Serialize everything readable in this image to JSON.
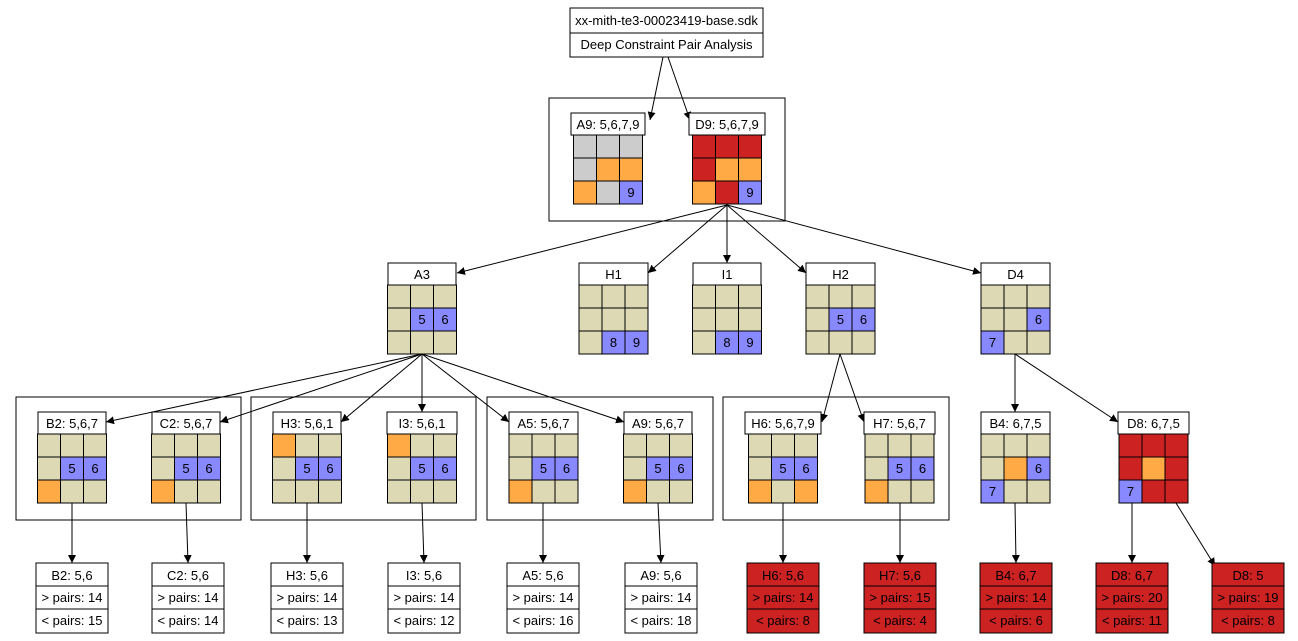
{
  "header": {
    "filename": "xx-mith-te3-00023419-base.sdk",
    "subtitle": "Deep Constraint Pair Analysis"
  },
  "colors": {
    "empty": "#dcd9b4",
    "grey": "#cccccc",
    "orange": "#ffaa44",
    "red": "#cc2222",
    "blue": "#8888ff",
    "white": "#ffffff",
    "border": "#000000"
  },
  "nodes": [
    {
      "id": "A9top",
      "label": "A9: 5,6,7,9",
      "cells": [
        "g",
        "g",
        "g",
        "g",
        "o",
        "o",
        "o",
        "g",
        "b"
      ],
      "text": [
        "",
        "",
        "",
        "",
        "",
        "",
        "",
        "",
        "9"
      ]
    },
    {
      "id": "D9top",
      "label": "D9: 5,6,7,9",
      "cells": [
        "r",
        "r",
        "r",
        "r",
        "o",
        "o",
        "o",
        "r",
        "b"
      ],
      "text": [
        "",
        "",
        "",
        "",
        "",
        "",
        "",
        "",
        "9"
      ]
    },
    {
      "id": "A3",
      "label": "A3",
      "cells": [
        "e",
        "e",
        "e",
        "e",
        "b",
        "b",
        "e",
        "e",
        "e"
      ],
      "text": [
        "",
        "",
        "",
        "",
        "5",
        "6",
        "",
        "",
        ""
      ]
    },
    {
      "id": "H1",
      "label": "H1",
      "cells": [
        "e",
        "e",
        "e",
        "e",
        "e",
        "e",
        "e",
        "b",
        "b"
      ],
      "text": [
        "",
        "",
        "",
        "",
        "",
        "",
        "",
        "8",
        "9"
      ]
    },
    {
      "id": "I1",
      "label": "I1",
      "cells": [
        "e",
        "e",
        "e",
        "e",
        "e",
        "e",
        "e",
        "b",
        "b"
      ],
      "text": [
        "",
        "",
        "",
        "",
        "",
        "",
        "",
        "8",
        "9"
      ]
    },
    {
      "id": "H2",
      "label": "H2",
      "cells": [
        "e",
        "e",
        "e",
        "e",
        "b",
        "b",
        "e",
        "e",
        "e"
      ],
      "text": [
        "",
        "",
        "",
        "",
        "5",
        "6",
        "",
        "",
        ""
      ]
    },
    {
      "id": "D4",
      "label": "D4",
      "cells": [
        "e",
        "e",
        "e",
        "e",
        "e",
        "b",
        "b",
        "e",
        "e"
      ],
      "text": [
        "",
        "",
        "",
        "",
        "",
        "6",
        "7",
        "",
        ""
      ]
    },
    {
      "id": "B2",
      "label": "B2: 5,6,7",
      "cells": [
        "e",
        "e",
        "e",
        "e",
        "b",
        "b",
        "o",
        "e",
        "e"
      ],
      "text": [
        "",
        "",
        "",
        "",
        "5",
        "6",
        "",
        "",
        ""
      ]
    },
    {
      "id": "C2",
      "label": "C2: 5,6,7",
      "cells": [
        "e",
        "e",
        "e",
        "e",
        "b",
        "b",
        "o",
        "e",
        "e"
      ],
      "text": [
        "",
        "",
        "",
        "",
        "5",
        "6",
        "",
        "",
        ""
      ]
    },
    {
      "id": "H3",
      "label": "H3: 5,6,1",
      "cells": [
        "o",
        "e",
        "e",
        "e",
        "b",
        "b",
        "e",
        "e",
        "e"
      ],
      "text": [
        "",
        "",
        "",
        "",
        "5",
        "6",
        "",
        "",
        ""
      ]
    },
    {
      "id": "I3",
      "label": "I3: 5,6,1",
      "cells": [
        "o",
        "e",
        "e",
        "e",
        "b",
        "b",
        "e",
        "e",
        "e"
      ],
      "text": [
        "",
        "",
        "",
        "",
        "5",
        "6",
        "",
        "",
        ""
      ]
    },
    {
      "id": "A5",
      "label": "A5: 5,6,7",
      "cells": [
        "e",
        "e",
        "e",
        "e",
        "b",
        "b",
        "o",
        "e",
        "e"
      ],
      "text": [
        "",
        "",
        "",
        "",
        "5",
        "6",
        "",
        "",
        ""
      ]
    },
    {
      "id": "A9b",
      "label": "A9: 5,6,7",
      "cells": [
        "e",
        "e",
        "e",
        "e",
        "b",
        "b",
        "o",
        "e",
        "e"
      ],
      "text": [
        "",
        "",
        "",
        "",
        "5",
        "6",
        "",
        "",
        ""
      ]
    },
    {
      "id": "H6",
      "label": "H6: 5,6,7,9",
      "cells": [
        "e",
        "e",
        "e",
        "e",
        "b",
        "b",
        "o",
        "e",
        "o"
      ],
      "text": [
        "",
        "",
        "",
        "",
        "5",
        "6",
        "",
        "",
        ""
      ]
    },
    {
      "id": "H7",
      "label": "H7: 5,6,7",
      "cells": [
        "e",
        "e",
        "e",
        "e",
        "b",
        "b",
        "o",
        "e",
        "e"
      ],
      "text": [
        "",
        "",
        "",
        "",
        "5",
        "6",
        "",
        "",
        ""
      ]
    },
    {
      "id": "B4",
      "label": "B4: 6,7,5",
      "cells": [
        "e",
        "e",
        "e",
        "e",
        "o",
        "b",
        "b",
        "e",
        "e"
      ],
      "text": [
        "",
        "",
        "",
        "",
        "",
        "6",
        "7",
        "",
        ""
      ]
    },
    {
      "id": "D8",
      "label": "D8: 6,7,5",
      "cells": [
        "r",
        "r",
        "r",
        "r",
        "o",
        "r",
        "b",
        "r",
        "r"
      ],
      "text": [
        "",
        "",
        "",
        "",
        "",
        "",
        "7",
        "",
        ""
      ]
    }
  ],
  "leaves": [
    {
      "id": "L-B2",
      "title": "B2: 5,6",
      "gt": "> pairs: 14",
      "lt": "< pairs: 15",
      "red": false
    },
    {
      "id": "L-C2",
      "title": "C2: 5,6",
      "gt": "> pairs: 14",
      "lt": "< pairs: 14",
      "red": false
    },
    {
      "id": "L-H3",
      "title": "H3: 5,6",
      "gt": "> pairs: 14",
      "lt": "< pairs: 13",
      "red": false
    },
    {
      "id": "L-I3",
      "title": "I3: 5,6",
      "gt": "> pairs: 14",
      "lt": "< pairs: 12",
      "red": false
    },
    {
      "id": "L-A5",
      "title": "A5: 5,6",
      "gt": "> pairs: 14",
      "lt": "< pairs: 16",
      "red": false
    },
    {
      "id": "L-A9",
      "title": "A9: 5,6",
      "gt": "> pairs: 14",
      "lt": "< pairs: 18",
      "red": false
    },
    {
      "id": "L-H6",
      "title": "H6: 5,6",
      "gt": "> pairs: 14",
      "lt": "< pairs: 8",
      "red": true
    },
    {
      "id": "L-H7",
      "title": "H7: 5,6",
      "gt": "> pairs: 15",
      "lt": "< pairs: 4",
      "red": true
    },
    {
      "id": "L-B4",
      "title": "B4: 6,7",
      "gt": "> pairs: 14",
      "lt": "< pairs: 6",
      "red": true
    },
    {
      "id": "L-D8a",
      "title": "D8: 6,7",
      "gt": "> pairs: 20",
      "lt": "< pairs: 11",
      "red": true
    },
    {
      "id": "L-D8b",
      "title": "D8: 5",
      "gt": "> pairs: 19",
      "lt": "< pairs: 8",
      "red": true
    }
  ]
}
